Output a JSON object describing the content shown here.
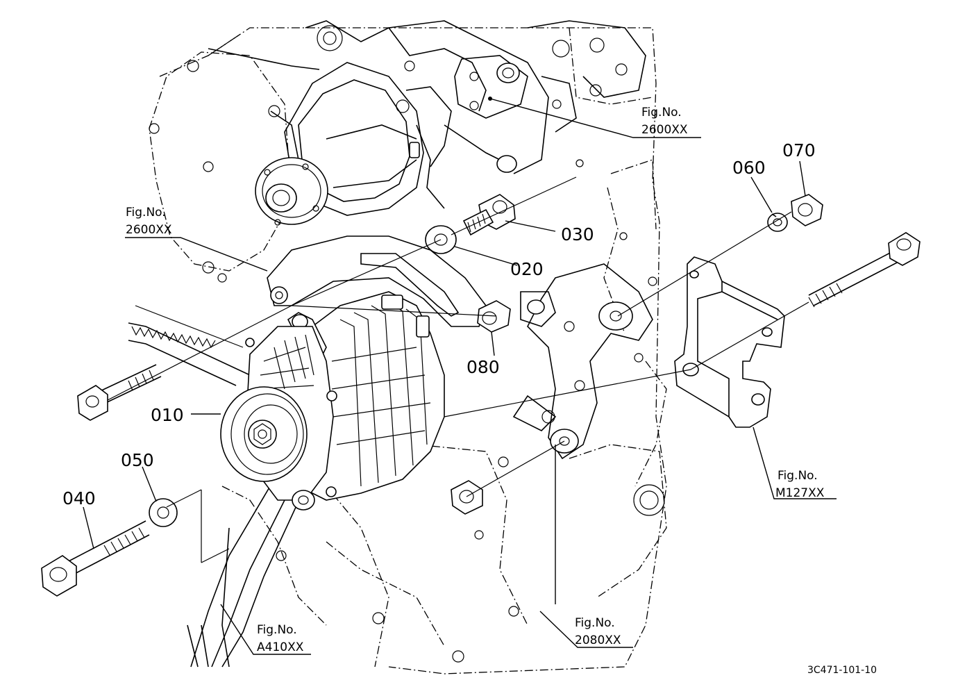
{
  "diagram": {
    "part_labels": {
      "p010": "010",
      "p020": "020",
      "p030": "030",
      "p040": "040",
      "p050": "050",
      "p060": "060",
      "p070": "070",
      "p080": "080"
    },
    "figure_refs": {
      "top_right": {
        "title": "Fig.No.",
        "number": "2600XX"
      },
      "top_left": {
        "title": "Fig.No.",
        "number": "2600XX"
      },
      "right_bracket": {
        "title": "Fig.No.",
        "number": "M127XX"
      },
      "bottom_belt": {
        "title": "Fig.No.",
        "number": "A410XX"
      },
      "bottom_mount": {
        "title": "Fig.No.",
        "number": "2080XX"
      }
    },
    "drawing_id": "3C471-101-10"
  }
}
